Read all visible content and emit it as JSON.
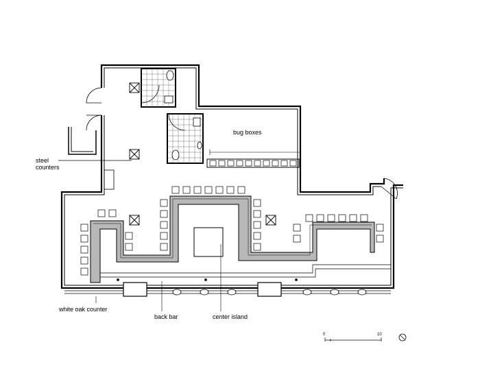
{
  "labels": {
    "steel_counters": [
      "steel",
      "counters"
    ],
    "bug_boxes": "bug boxes",
    "white_oak_counter": "white oak counter",
    "back_bar": "back bar",
    "center_island": "center  island"
  },
  "scale_bar": {
    "start": "0",
    "end": "10"
  },
  "colors": {
    "line": "#000000",
    "counter_fill": "#b8b8b8",
    "tile_grid": "#555555"
  }
}
